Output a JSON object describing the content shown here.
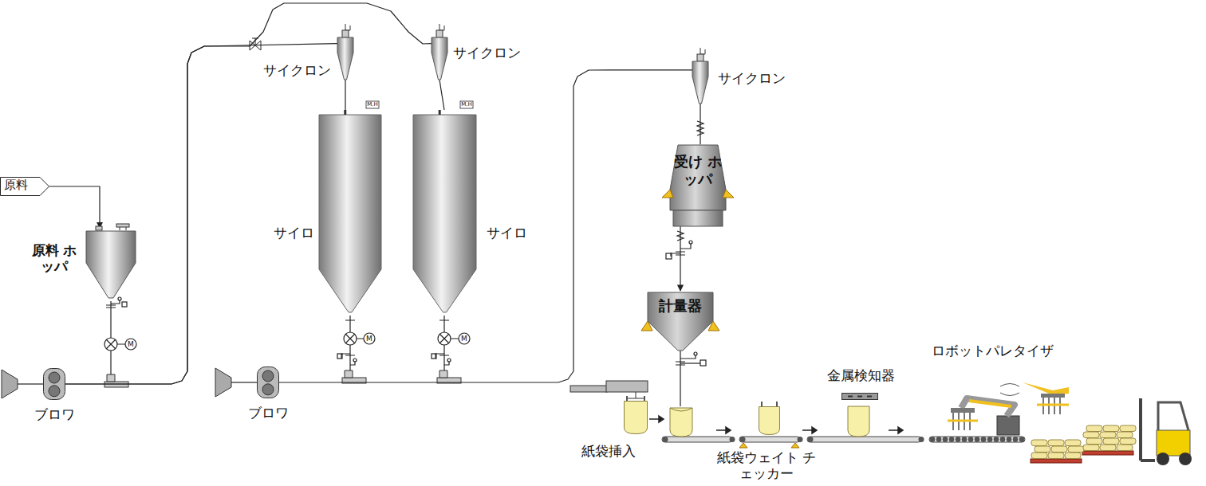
{
  "diagram": {
    "nodes": [
      {
        "text": [
          "原料"
        ]
      },
      {
        "text": [
          "原料 ホッパ"
        ]
      },
      {
        "text": [
          "ブロワ"
        ]
      },
      {
        "text": [
          "サイクロン"
        ]
      },
      {
        "text": [
          "サイクロン"
        ]
      },
      {
        "text": [
          "サイロ"
        ]
      },
      {
        "text": [
          "サイロ"
        ]
      },
      {
        "text": [
          "ブロワ"
        ]
      },
      {
        "text": [
          "サイクロン"
        ]
      },
      {
        "text": [
          "受け ホッパ"
        ]
      },
      {
        "text": [
          "計量器"
        ]
      },
      {
        "text": [
          "紙袋挿入"
        ]
      },
      {
        "text": [
          "紙袋ウェイト チェッカー"
        ]
      },
      {
        "text": [
          "金属検知器"
        ]
      },
      {
        "text": [
          "ロボットパレタイザ"
        ]
      }
    ],
    "edges": [
      {
        "from": 0,
        "to": 1,
        "arrow": "to"
      },
      {
        "from": 2,
        "to": 3,
        "arrow": "none"
      },
      {
        "from": 2,
        "to": 4,
        "arrow": "none"
      },
      {
        "from": 3,
        "to": 5,
        "arrow": "none"
      },
      {
        "from": 4,
        "to": 6,
        "arrow": "none"
      },
      {
        "from": 7,
        "to": 8,
        "arrow": "none"
      },
      {
        "from": 8,
        "to": 9,
        "arrow": "none"
      },
      {
        "from": 9,
        "to": 10,
        "arrow": "to"
      }
    ],
    "labels": [
      "M.H",
      "M.H",
      "M",
      "M",
      "M"
    ]
  }
}
